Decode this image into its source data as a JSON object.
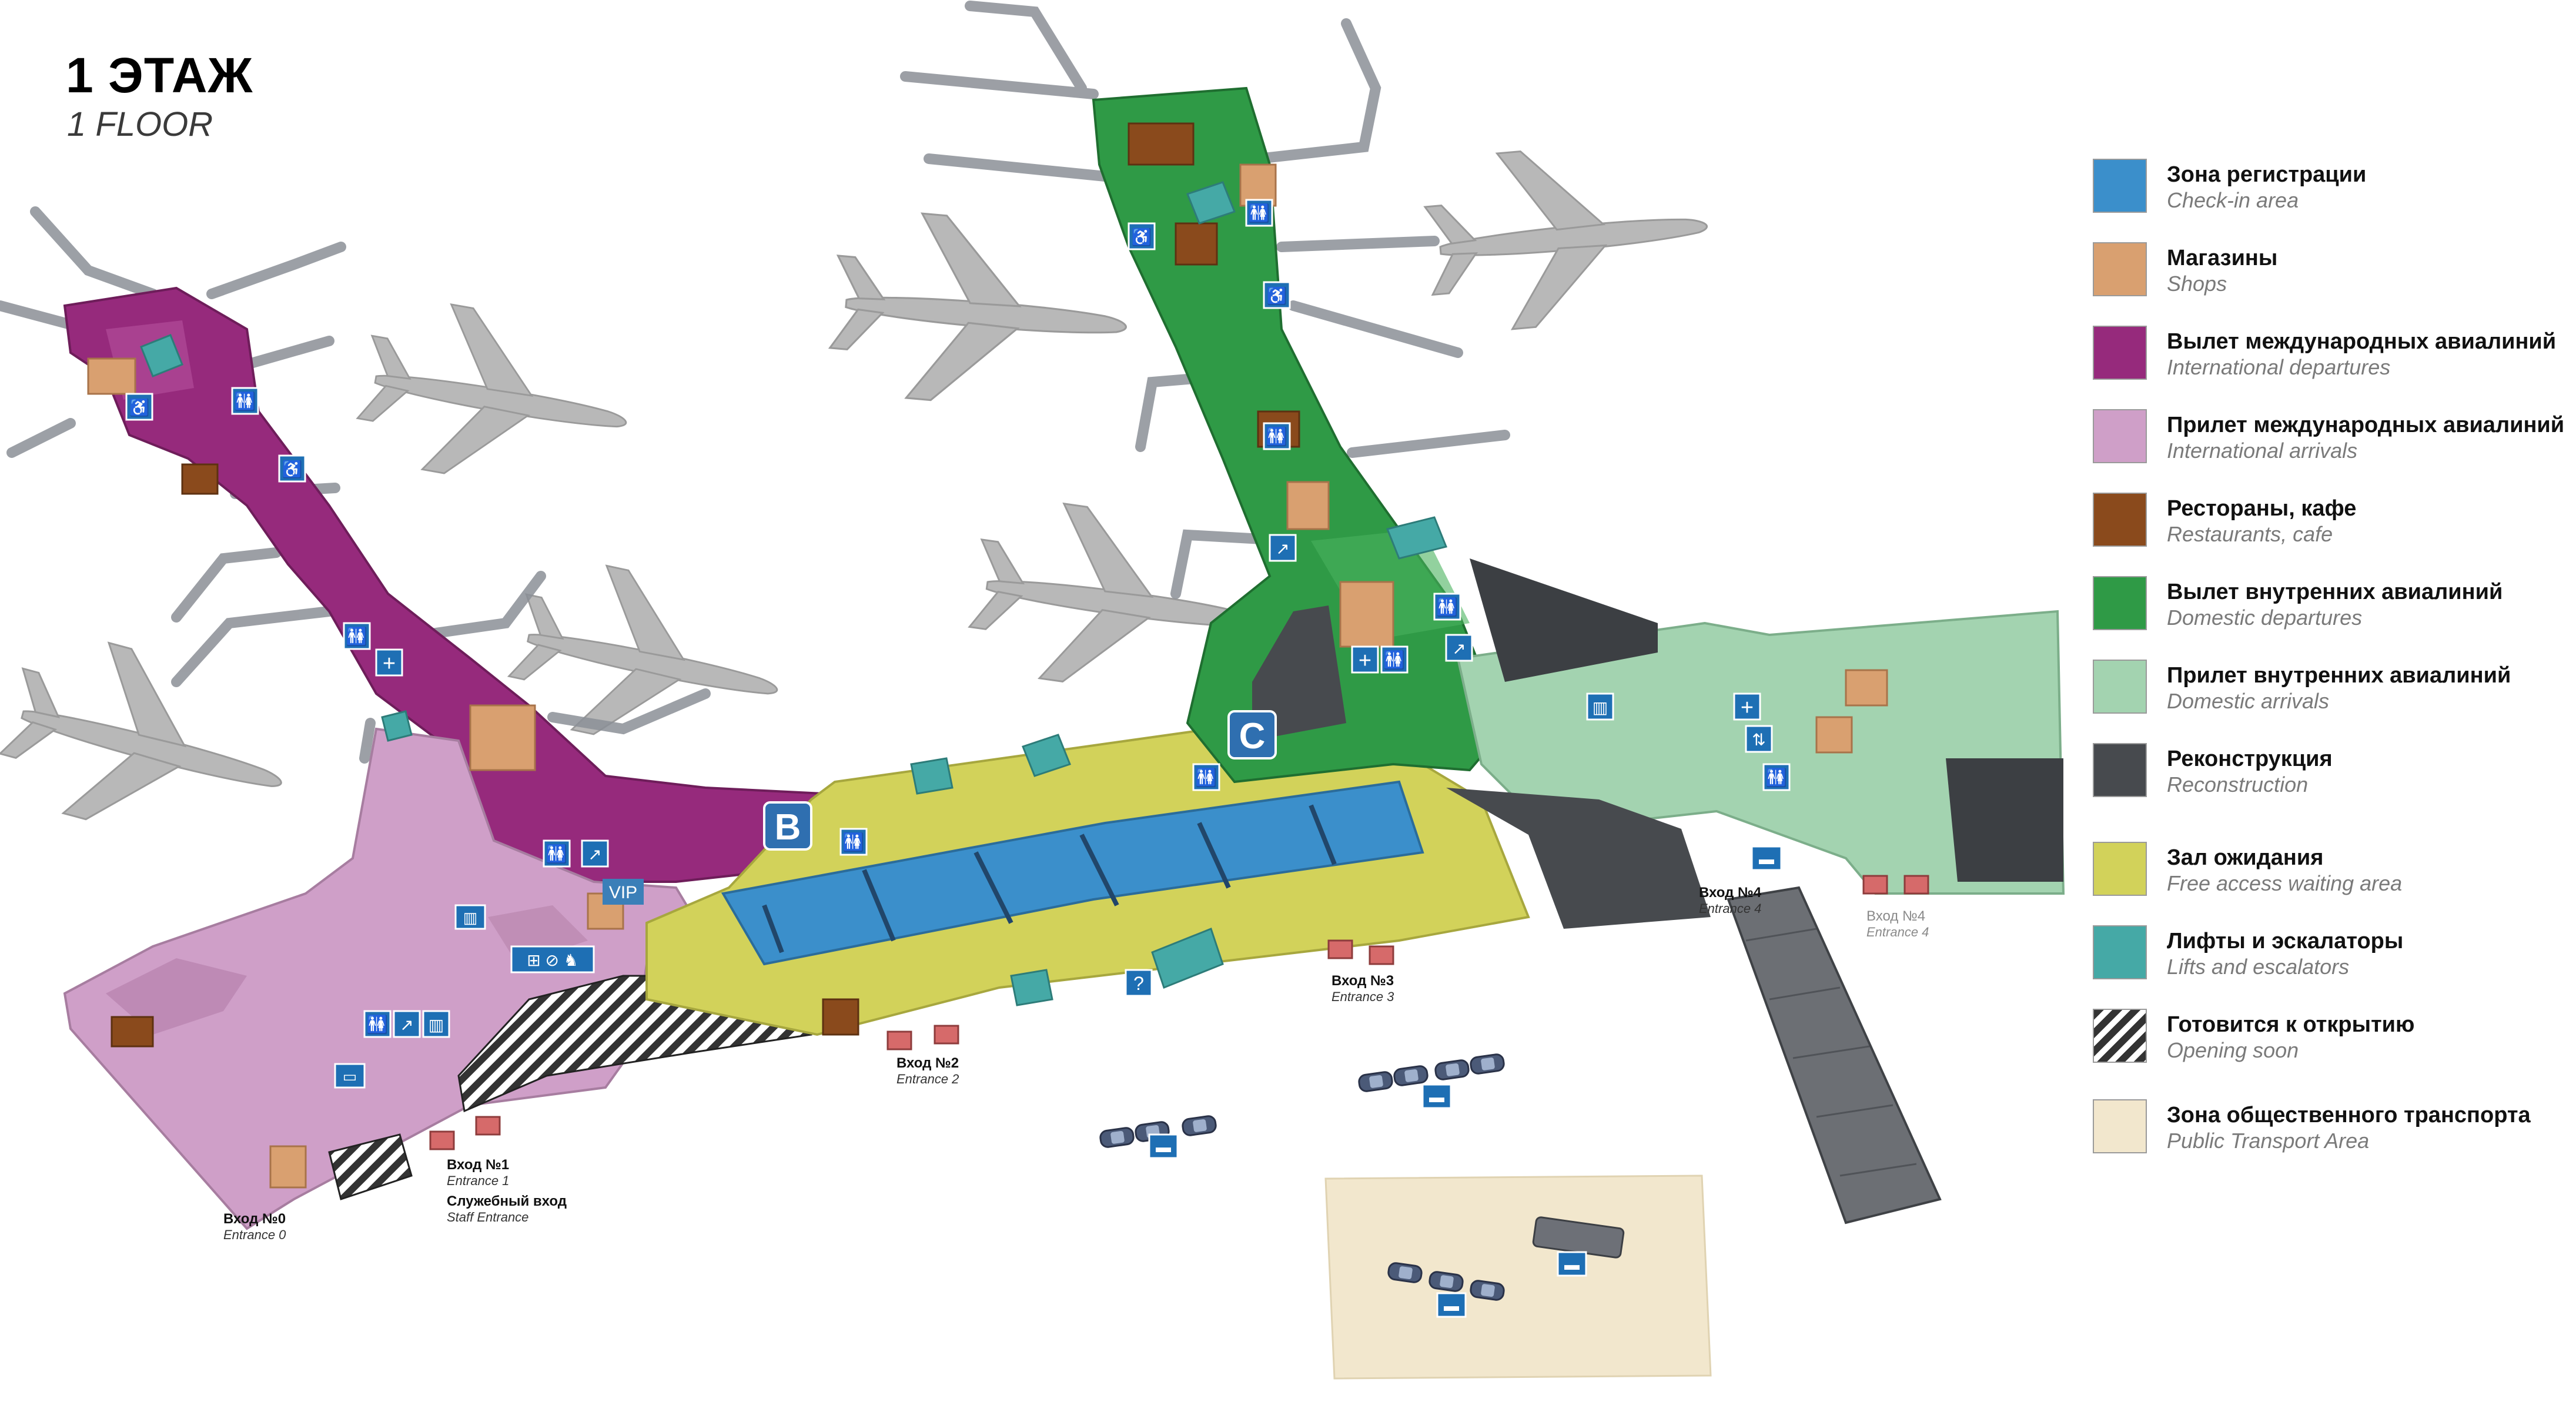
{
  "title": {
    "ru": "1 ЭТАЖ",
    "en": "1 FLOOR"
  },
  "terminals": {
    "b": "B",
    "c": "C"
  },
  "vip_label": "VIP",
  "legend": [
    {
      "ru": "Зона регистрации",
      "en": "Check-in area",
      "color": "#3b8fcb"
    },
    {
      "ru": "Магазины",
      "en": "Shops",
      "color": "#d9a070"
    },
    {
      "ru": "Вылет международных авиалиний",
      "en": "International departures",
      "color": "#962a7c"
    },
    {
      "ru": "Прилет международных авиалиний",
      "en": "International arrivals",
      "color": "#cf9fc8"
    },
    {
      "ru": "Рестораны, кафе",
      "en": "Restaurants, cafe",
      "color": "#8a4a1c"
    },
    {
      "ru": "Вылет внутренних авиалиний",
      "en": "Domestic departures",
      "color": "#2f9a46"
    },
    {
      "ru": "Прилет внутренних авиалиний",
      "en": "Domestic arrivals",
      "color": "#a3d3b0"
    },
    {
      "ru": "Реконструкция",
      "en": "Reconstruction",
      "color": "#474a4e"
    },
    {
      "ru": "Зал ожидания",
      "en": "Free access waiting area",
      "color": "#d2d25a"
    },
    {
      "ru": "Лифты и эскалаторы",
      "en": "Lifts and escalators",
      "color": "#45a9a6"
    },
    {
      "ru": "Готовится к открытию",
      "en": "Opening soon",
      "color": "hatched"
    },
    {
      "ru": "Зона общественного транспорта",
      "en": "Public Transport Area",
      "color": "#f2e7cd"
    }
  ],
  "entrances": [
    {
      "ru": "Вход №0",
      "en": "Entrance 0"
    },
    {
      "ru": "Вход №1",
      "en": "Entrance 1"
    },
    {
      "ru": "Служебный вход",
      "en": "Staff Entrance"
    },
    {
      "ru": "Вход №2",
      "en": "Entrance 2"
    },
    {
      "ru": "Вход №3",
      "en": "Entrance 3"
    },
    {
      "ru": "Вход №4",
      "en": "Entrance 4"
    },
    {
      "ru": "Вход №4",
      "en": "Entrance 4"
    }
  ],
  "icons": [
    "toilet-icon",
    "first-aid-icon",
    "waiting-seat-icon",
    "escalator-icon",
    "baggage-icon",
    "info-icon",
    "taxi-icon",
    "bus-icon",
    "airplane-icon"
  ]
}
